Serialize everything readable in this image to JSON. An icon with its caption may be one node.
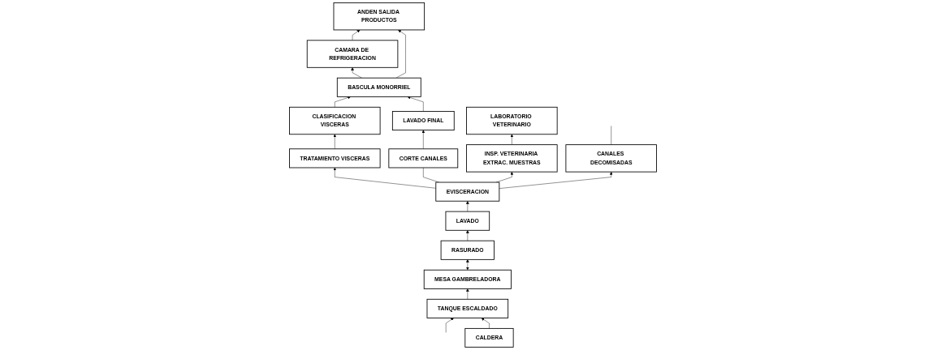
{
  "diagram": {
    "nodes": [
      {
        "text": [
          "ANDEN SALIDA PRODUCTOS"
        ]
      },
      {
        "text": [
          "CALDERA"
        ]
      },
      {
        "text": [
          "TANQUE ESCALDADO"
        ]
      },
      {
        "text": [
          "CAMARA DE REFRIGERACION"
        ]
      },
      {
        "text": [
          "BASCULA MONORRIEL"
        ]
      },
      {
        "text": [
          "CLASIFICACION VISCERAS"
        ]
      },
      {
        "text": [
          "MESA GAMBRELADORA"
        ]
      },
      {
        "text": [
          "LAVADO FINAL"
        ]
      },
      {
        "text": [
          "TRATAMIENTO VISCERAS"
        ]
      },
      {
        "text": [
          "RASURADO"
        ]
      },
      {
        "text": [
          "CORTE CANALES"
        ]
      },
      {
        "text": [
          "EVISCERACION"
        ]
      },
      {
        "text": [
          "LAVADO"
        ]
      },
      {
        "text": [
          "LABORATORIO VETERINARIO"
        ]
      },
      {
        "text": [
          "INSP. VETERINARIA EXTRAC. MUESTRAS"
        ]
      },
      {
        "text": [
          "CANALES DECOMISADAS"
        ]
      }
    ],
    "edges": [
      {
        "from": null,
        "to": 2,
        "arrow": "to"
      },
      {
        "from": 1,
        "to": 2,
        "arrow": "to"
      },
      {
        "from": 2,
        "to": 6,
        "arrow": "to"
      },
      {
        "from": 6,
        "to": 9,
        "arrow": "both"
      },
      {
        "from": 9,
        "to": 12,
        "arrow": "to"
      },
      {
        "from": 12,
        "to": 11,
        "arrow": "to"
      },
      {
        "from": 11,
        "to": 8,
        "arrow": "to"
      },
      {
        "from": 8,
        "to": 5,
        "arrow": "to"
      },
      {
        "from": 5,
        "to": 4,
        "arrow": "to"
      },
      {
        "from": 4,
        "to": 3,
        "arrow": "to"
      },
      {
        "from": 3,
        "to": 0,
        "arrow": "to"
      },
      {
        "from": 4,
        "to": 0,
        "arrow": "to"
      },
      {
        "from": 11,
        "to": 10,
        "arrow": "none"
      },
      {
        "from": 10,
        "to": 7,
        "arrow": "to"
      },
      {
        "from": 7,
        "to": 4,
        "arrow": "to"
      },
      {
        "from": 11,
        "to": 14,
        "arrow": "to"
      },
      {
        "from": 11,
        "to": 15,
        "arrow": "to"
      },
      {
        "from": 14,
        "to": 13,
        "arrow": "to"
      },
      {
        "from": 15,
        "to": null,
        "arrow": "none"
      }
    ]
  }
}
